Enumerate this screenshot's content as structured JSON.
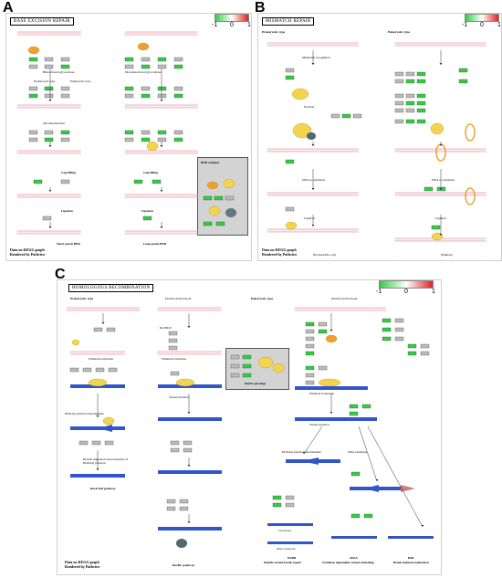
{
  "panels": {
    "a": {
      "letter": "A",
      "title": "BASE EXCISION REPAIR",
      "footer": [
        "Data on KEGG graph",
        "Rendered by Pathview"
      ],
      "labels": {
        "prokaryotic": "Prokaryotic type",
        "eukaryotic": "Eukaryotic type",
        "bifunctional": "Bifunctional glycosylase",
        "monofunctional": "Monofunctional glycosylase",
        "ap_endo": "AP endonuclease",
        "gap_filling": "Gap filling",
        "ligation": "Ligation",
        "short_patch": "Short-patch BER",
        "long_patch": "Long-patch BER",
        "ber_complex": "BER complex"
      },
      "legend_ticks": [
        "-1",
        "0",
        "1"
      ]
    },
    "b": {
      "letter": "B",
      "title": "MISMATCH REPAIR",
      "footer": [
        "Data on KEGG graph",
        "Rendered by Pathview"
      ],
      "labels": {
        "prokaryotic": "Prokaryotic type",
        "eukaryotic": "Eukaryotic type",
        "mismatch": "Mismatch recognition",
        "incision": "Incision",
        "excision": "Excision",
        "dna_resynth": "DNA re-synthesis",
        "ligation": "Ligation",
        "ecoli": "(Escherichia coli)",
        "human": "(Human)"
      },
      "legend_ticks": [
        "-1",
        "0",
        "1"
      ]
    },
    "c": {
      "letter": "C",
      "title": "HOMOLOGOUS RECOMBINATION",
      "footer": [
        "Data on KEGG graph",
        "Rendered by Pathview"
      ],
      "labels": {
        "prokaryotic": "Prokaryotic type",
        "eukaryotic": "Eukaryotic type",
        "dsb": "Double strand break",
        "recbcd": "RecBCD",
        "filament": "Filament formation",
        "strand_invasion": "Strand invasion",
        "holliday": "Holliday junction intermediate",
        "branch": "Branch migration and resolution of Holliday junction",
        "recfor": "RecF/OR pathway",
        "recbc": "RecBC pathway",
        "rad51": "Rad51 paralogs",
        "dna_synth": "DNA synthesis",
        "dsbr": "DSBR",
        "dsbr_sub": "Double strand break repair",
        "sdsa": "SDSA",
        "sdsa_sub": "Synthesis dependent strand annealing",
        "bir": "BIR",
        "bir_sub": "Break induced replication",
        "crossover": "Crossover",
        "noncrossover": "Non-crossover"
      },
      "legend_ticks": [
        "-1",
        "0",
        "1"
      ]
    }
  },
  "colors": {
    "dna_pink": "#e8a0b0",
    "dna_blue": "#3355cc",
    "protein_yellow": "#f2d44e",
    "protein_orange": "#f0a030",
    "gene_green": "#33cc44",
    "gene_gray": "#bbbbbb",
    "gene_red": "#dd2222"
  }
}
